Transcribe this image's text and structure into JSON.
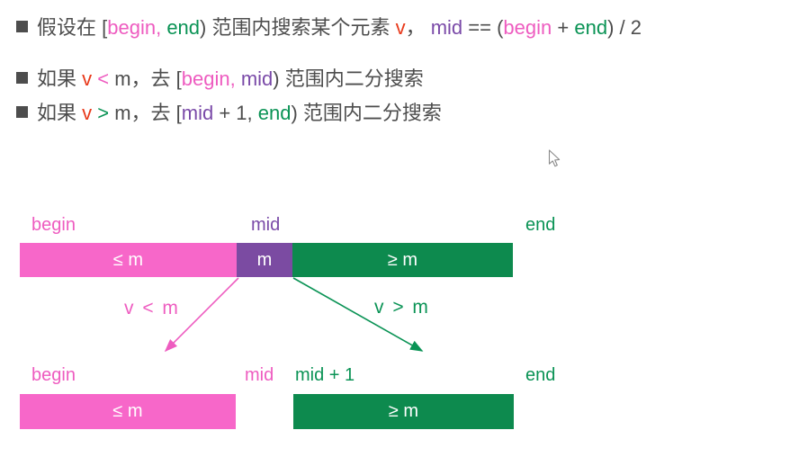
{
  "colors": {
    "dark": "#4d4d4d",
    "pink": "#ee5cc0",
    "green": "#0a9355",
    "purple": "#7a4aa8",
    "red": "#e8391a",
    "bar_pink": "#f767c9",
    "bar_purple": "#7b4ba2",
    "bar_green": "#0d8a4e",
    "bar_text": "#ffffff"
  },
  "bullets": [
    {
      "segments": [
        {
          "text": "假设在 [",
          "color": "dark"
        },
        {
          "text": "begin",
          "color": "pink"
        },
        {
          "text": ", ",
          "color": "pink"
        },
        {
          "text": "end",
          "color": "green"
        },
        {
          "text": ") 范围内搜索某个元素 ",
          "color": "dark"
        },
        {
          "text": "v",
          "color": "red"
        },
        {
          "text": "， ",
          "color": "dark"
        },
        {
          "text": "mid",
          "color": "purple"
        },
        {
          "text": " == (",
          "color": "dark"
        },
        {
          "text": "begin",
          "color": "pink"
        },
        {
          "text": " + ",
          "color": "dark"
        },
        {
          "text": "end",
          "color": "green"
        },
        {
          "text": ") / 2",
          "color": "dark"
        }
      ]
    },
    {
      "segments": [
        {
          "text": "如果 ",
          "color": "dark"
        },
        {
          "text": "v",
          "color": "red"
        },
        {
          "text": " < ",
          "color": "pink"
        },
        {
          "text": "m，去 [",
          "color": "dark"
        },
        {
          "text": "begin",
          "color": "pink"
        },
        {
          "text": ", ",
          "color": "pink"
        },
        {
          "text": "mid",
          "color": "purple"
        },
        {
          "text": ") 范围内二分搜索",
          "color": "dark"
        }
      ]
    },
    {
      "segments": [
        {
          "text": "如果 ",
          "color": "dark"
        },
        {
          "text": "v",
          "color": "red"
        },
        {
          "text": " > ",
          "color": "green"
        },
        {
          "text": "m，去 [",
          "color": "dark"
        },
        {
          "text": "mid",
          "color": "purple"
        },
        {
          "text": " + 1, ",
          "color": "dark"
        },
        {
          "text": "end",
          "color": "green"
        },
        {
          "text": ") 范围内二分搜索",
          "color": "dark"
        }
      ]
    }
  ],
  "diagram": {
    "top_row": {
      "labels": [
        {
          "text": "begin",
          "color": "pink"
        },
        {
          "text": "mid",
          "color": "purple"
        },
        {
          "text": "end",
          "color": "green"
        }
      ],
      "bar": [
        {
          "label": "≤ m",
          "bg": "bar_pink"
        },
        {
          "label": "m",
          "bg": "bar_purple"
        },
        {
          "label": "≥ m",
          "bg": "bar_green"
        }
      ]
    },
    "branch_left": {
      "label": "v < m",
      "color": "pink"
    },
    "branch_right": {
      "label": "v > m",
      "color": "green"
    },
    "bottom_row": {
      "labels": [
        {
          "text": "begin",
          "color": "pink"
        },
        {
          "text": "mid",
          "color": "pink"
        },
        {
          "text": "mid + 1",
          "color": "green"
        },
        {
          "text": "end",
          "color": "green"
        }
      ],
      "bars": [
        {
          "label": "≤ m",
          "bg": "bar_pink"
        },
        {
          "label": "≥ m",
          "bg": "bar_green"
        }
      ]
    }
  },
  "icons": {
    "bullet": "filled-square",
    "cursor": "mouse-pointer",
    "arrow_left": "diagonal-arrow-down-left",
    "arrow_right": "diagonal-arrow-down-right"
  }
}
